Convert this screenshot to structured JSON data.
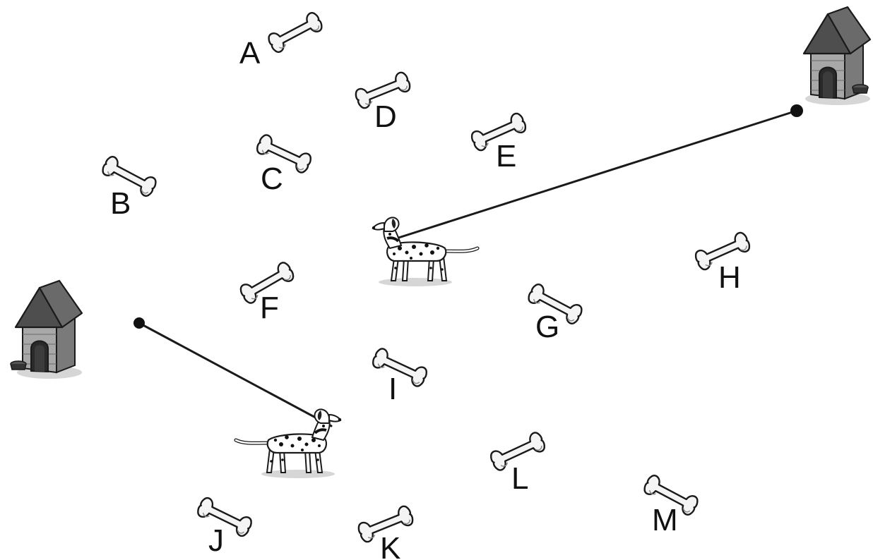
{
  "bones": [
    {
      "label": "A"
    },
    {
      "label": "B"
    },
    {
      "label": "C"
    },
    {
      "label": "D"
    },
    {
      "label": "E"
    },
    {
      "label": "F"
    },
    {
      "label": "G"
    },
    {
      "label": "H"
    },
    {
      "label": "I"
    },
    {
      "label": "J"
    },
    {
      "label": "K"
    },
    {
      "label": "L"
    },
    {
      "label": "M"
    }
  ],
  "colors": {
    "ink": "#1a1a1a",
    "bone_fill": "#f4f4f4",
    "roof": "#5a5a5a",
    "wall": "#9a9a9a",
    "spot": "#111111",
    "shadow": "#d6d6d6"
  },
  "icons": {
    "bone": "bone-icon",
    "dog": "dalmatian-dog-icon",
    "doghouse": "doghouse-icon",
    "stake": "leash-stake-icon"
  }
}
